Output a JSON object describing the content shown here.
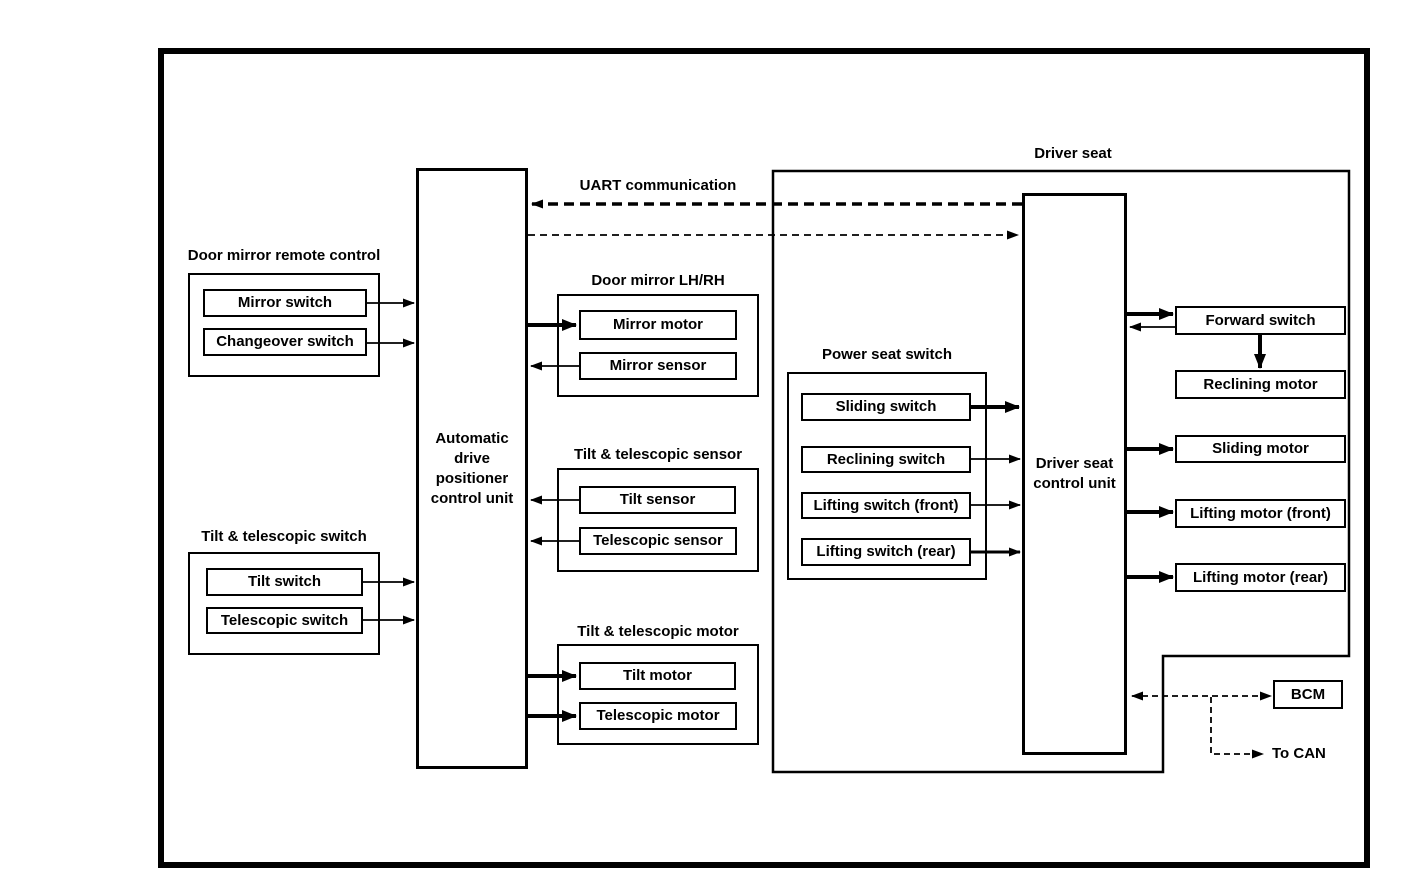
{
  "diagram": {
    "background_color": "#ffffff",
    "line_color": "#000000",
    "labels": {
      "uart": "UART communication",
      "to_can": "To CAN"
    },
    "units": {
      "adp": "Automatic drive positioner control unit",
      "dscu": "Driver seat control unit",
      "bcm": "BCM"
    },
    "groups": {
      "door_mirror_remote": {
        "label": "Door mirror remote control",
        "items": {
          "mirror_switch": "Mirror switch",
          "changeover_switch": "Changeover switch"
        }
      },
      "tilt_telescopic_switch": {
        "label": "Tilt & telescopic switch",
        "items": {
          "tilt_switch": "Tilt switch",
          "telescopic_switch": "Telescopic switch"
        }
      },
      "door_mirror_lhrh": {
        "label": "Door mirror LH/RH",
        "items": {
          "mirror_motor": "Mirror motor",
          "mirror_sensor": "Mirror sensor"
        }
      },
      "tilt_telescopic_sensor": {
        "label": "Tilt & telescopic sensor",
        "items": {
          "tilt_sensor": "Tilt sensor",
          "telescopic_sensor": "Telescopic sensor"
        }
      },
      "tilt_telescopic_motor": {
        "label": "Tilt & telescopic motor",
        "items": {
          "tilt_motor": "Tilt motor",
          "telescopic_motor": "Telescopic motor"
        }
      },
      "power_seat_switch": {
        "label": "Power seat switch",
        "items": {
          "sliding_switch": "Sliding switch",
          "reclining_switch": "Reclining switch",
          "lifting_switch_front": "Lifting switch (front)",
          "lifting_switch_rear": "Lifting switch (rear)"
        }
      }
    },
    "driver_seat": {
      "label": "Driver seat",
      "items": {
        "forward_switch": "Forward switch",
        "reclining_motor": "Reclining motor",
        "sliding_motor": "Sliding motor",
        "lifting_motor_front": "Lifting motor (front)",
        "lifting_motor_rear": "Lifting motor (rear)"
      }
    },
    "connections": [
      {
        "from": "Mirror switch",
        "to": "Automatic drive positioner control unit",
        "style": "solid-thin"
      },
      {
        "from": "Changeover switch",
        "to": "Automatic drive positioner control unit",
        "style": "solid-thin"
      },
      {
        "from": "Tilt switch",
        "to": "Automatic drive positioner control unit",
        "style": "solid-thin"
      },
      {
        "from": "Telescopic switch",
        "to": "Automatic drive positioner control unit",
        "style": "solid-thin"
      },
      {
        "from": "Automatic drive positioner control unit",
        "to": "Mirror motor",
        "style": "solid-thick"
      },
      {
        "from": "Mirror sensor",
        "to": "Automatic drive positioner control unit",
        "style": "solid-thin"
      },
      {
        "from": "Tilt sensor",
        "to": "Automatic drive positioner control unit",
        "style": "solid-thin"
      },
      {
        "from": "Telescopic sensor",
        "to": "Automatic drive positioner control unit",
        "style": "solid-thin"
      },
      {
        "from": "Automatic drive positioner control unit",
        "to": "Tilt motor",
        "style": "solid-thick"
      },
      {
        "from": "Automatic drive positioner control unit",
        "to": "Telescopic motor",
        "style": "solid-thick"
      },
      {
        "from": "Driver seat control unit",
        "to": "Automatic drive positioner control unit",
        "style": "dashed-thick",
        "label": "UART communication"
      },
      {
        "from": "Automatic drive positioner control unit",
        "to": "Driver seat control unit",
        "style": "dashed-thin",
        "label": "UART communication"
      },
      {
        "from": "Sliding switch",
        "to": "Driver seat control unit",
        "style": "solid-thick"
      },
      {
        "from": "Reclining switch",
        "to": "Driver seat control unit",
        "style": "solid-thin"
      },
      {
        "from": "Lifting switch (front)",
        "to": "Driver seat control unit",
        "style": "solid-thin"
      },
      {
        "from": "Lifting switch (rear)",
        "to": "Driver seat control unit",
        "style": "solid-medium"
      },
      {
        "from": "Driver seat control unit",
        "to": "Forward switch",
        "style": "solid-thick"
      },
      {
        "from": "Forward switch",
        "to": "Driver seat control unit",
        "style": "solid-thin"
      },
      {
        "from": "Forward switch",
        "to": "Reclining motor",
        "style": "solid-thick"
      },
      {
        "from": "Driver seat control unit",
        "to": "Sliding motor",
        "style": "solid-thick"
      },
      {
        "from": "Driver seat control unit",
        "to": "Lifting motor (front)",
        "style": "solid-thick"
      },
      {
        "from": "Driver seat control unit",
        "to": "Lifting motor (rear)",
        "style": "solid-thick"
      },
      {
        "from": "Driver seat control unit",
        "to": "BCM",
        "style": "dashed-bidirectional"
      },
      {
        "from": "Driver seat control unit",
        "to": "To CAN",
        "style": "dashed-thin"
      }
    ]
  }
}
